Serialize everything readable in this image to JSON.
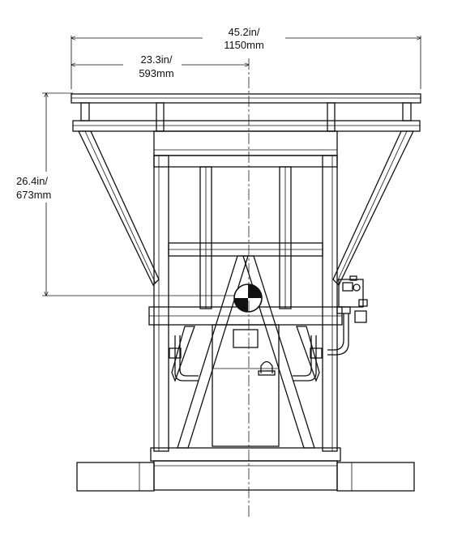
{
  "dimensions": {
    "overall_width": {
      "line1": "45.2in/",
      "line2": "1150mm"
    },
    "half_width": {
      "line1": "23.3in/",
      "line2": "593mm"
    },
    "height": {
      "line1": "26.4in/",
      "line2": "673mm"
    }
  }
}
